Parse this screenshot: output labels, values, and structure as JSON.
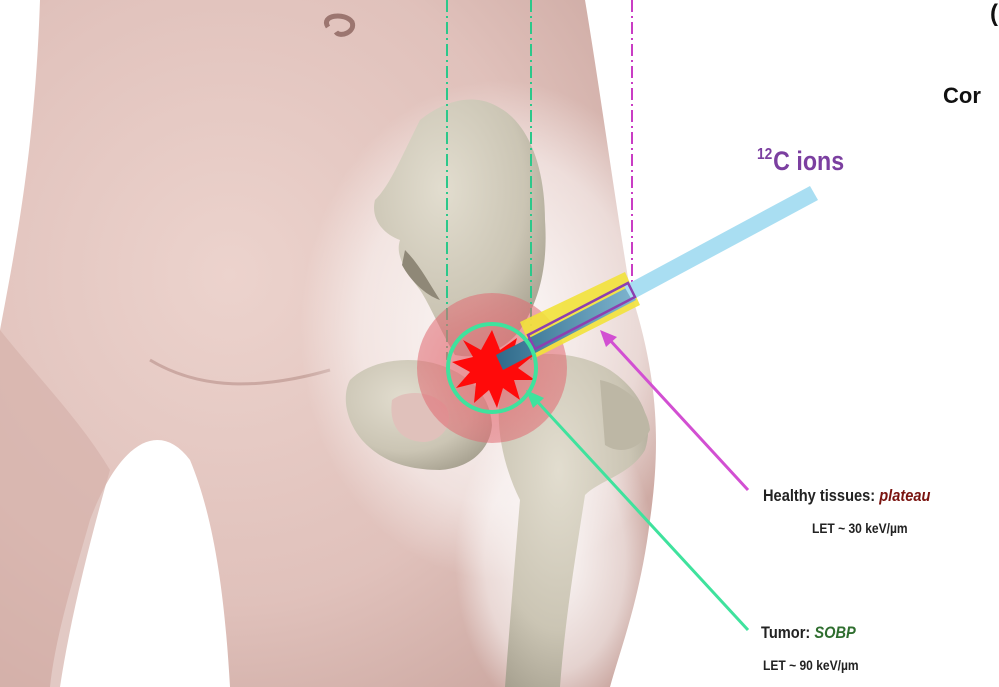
{
  "beam": {
    "label_sup": "12",
    "label_main": "C ions"
  },
  "header_partial": {
    "line1": "(",
    "line2": "Cor"
  },
  "healthy": {
    "label": "Healthy tissues:",
    "region": "plateau",
    "let": "LET ~ 30 keV/µm"
  },
  "tumor": {
    "label": "Tumor:",
    "region": "SOBP",
    "let": "LET ~ 90 keV/µm"
  },
  "colors": {
    "skin": "#e3c6c0",
    "bone": "#cfcab9",
    "beam": "#a9def2",
    "tumor": "#ff0a0a",
    "healthy_arrow": "#d24fd2",
    "tumor_arrow": "#3fe29d",
    "plateau_box": "#f2e23a",
    "ions_text": "#7b3fa0"
  }
}
